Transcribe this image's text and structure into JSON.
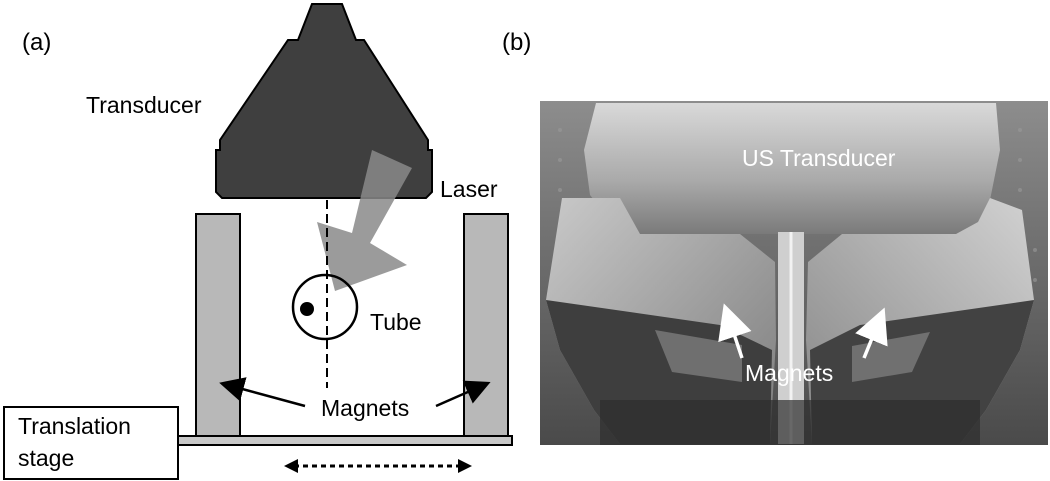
{
  "panel_a": {
    "label": "(a)",
    "transducer_label": "Transducer",
    "laser_label": "Laser",
    "tube_label": "Tube",
    "magnets_label": "Magnets",
    "stage_label_line1": "Translation",
    "stage_label_line2": "stage"
  },
  "panel_b": {
    "label": "(b)",
    "transducer_label": "US Transducer",
    "magnets_label": "Magnets"
  },
  "colors": {
    "transducer_fill": "#3f3f3f",
    "magnet_fill": "#b8b8b8",
    "laser_arrow": "#8a8a8a",
    "photo_bg": "#6e6e6e"
  }
}
